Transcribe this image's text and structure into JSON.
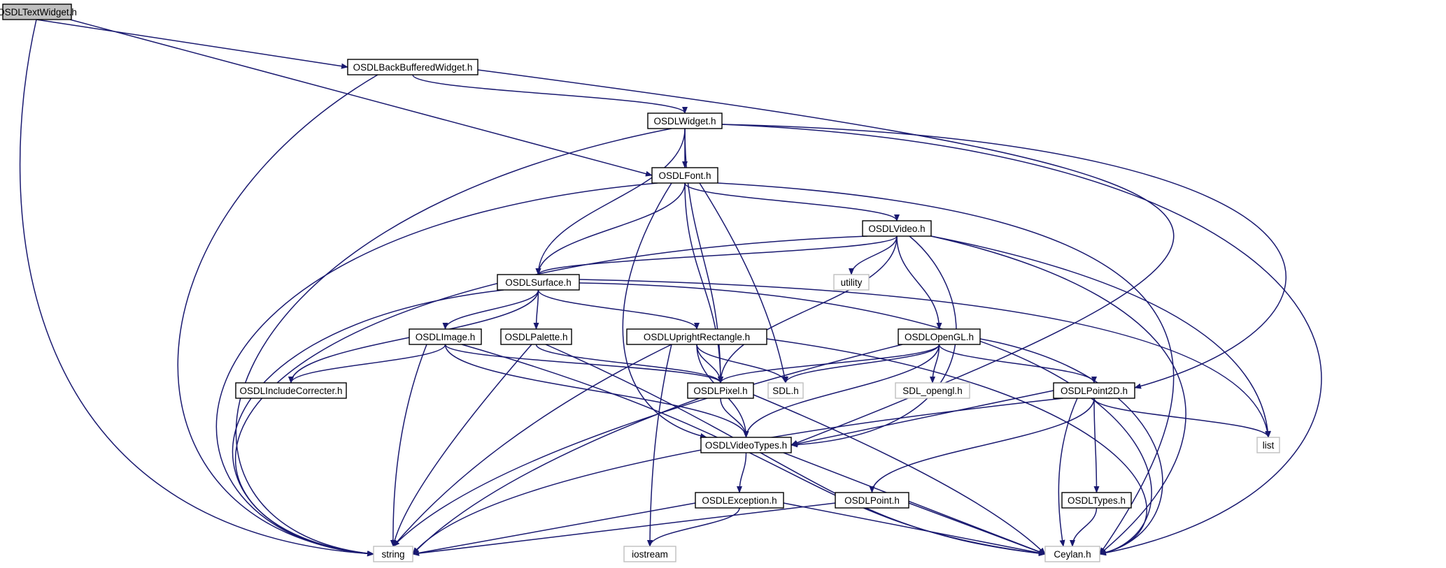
{
  "colors": {
    "edge": "#191970",
    "root_fill": "#bfbfbf",
    "node_border": "#000000",
    "external_border": "#bfbfbf",
    "background": "#ffffff"
  },
  "nodes": [
    {
      "id": "n0",
      "label": "OSDLTextWidget.h",
      "kind": "root"
    },
    {
      "id": "n1",
      "label": "OSDLBackBufferedWidget.h",
      "kind": "header"
    },
    {
      "id": "n2",
      "label": "OSDLWidget.h",
      "kind": "header"
    },
    {
      "id": "n3",
      "label": "OSDLFont.h",
      "kind": "header"
    },
    {
      "id": "n4",
      "label": "OSDLVideo.h",
      "kind": "header"
    },
    {
      "id": "n5",
      "label": "utility",
      "kind": "external"
    },
    {
      "id": "n6",
      "label": "OSDLSurface.h",
      "kind": "header"
    },
    {
      "id": "n7",
      "label": "OSDLImage.h",
      "kind": "header"
    },
    {
      "id": "n8",
      "label": "OSDLPalette.h",
      "kind": "header"
    },
    {
      "id": "n9",
      "label": "OSDLUprightRectangle.h",
      "kind": "header"
    },
    {
      "id": "n10",
      "label": "OSDLOpenGL.h",
      "kind": "header"
    },
    {
      "id": "n11",
      "label": "OSDLIncludeCorrecter.h",
      "kind": "header"
    },
    {
      "id": "n12",
      "label": "OSDLPixel.h",
      "kind": "header"
    },
    {
      "id": "n13",
      "label": "SDL.h",
      "kind": "external"
    },
    {
      "id": "n14",
      "label": "SDL_opengl.h",
      "kind": "external"
    },
    {
      "id": "n15",
      "label": "OSDLPoint2D.h",
      "kind": "header"
    },
    {
      "id": "n16",
      "label": "list",
      "kind": "external"
    },
    {
      "id": "n17",
      "label": "OSDLVideoTypes.h",
      "kind": "header"
    },
    {
      "id": "n18",
      "label": "OSDLException.h",
      "kind": "header"
    },
    {
      "id": "n19",
      "label": "OSDLPoint.h",
      "kind": "header"
    },
    {
      "id": "n20",
      "label": "OSDLTypes.h",
      "kind": "header"
    },
    {
      "id": "n21",
      "label": "string",
      "kind": "external"
    },
    {
      "id": "n22",
      "label": "iostream",
      "kind": "external"
    },
    {
      "id": "n23",
      "label": "Ceylan.h",
      "kind": "external"
    }
  ],
  "edges": [
    {
      "from": "n0",
      "to": "n1"
    },
    {
      "from": "n0",
      "to": "n3"
    },
    {
      "from": "n0",
      "to": "n21"
    },
    {
      "from": "n1",
      "to": "n2"
    },
    {
      "from": "n1",
      "to": "n21"
    },
    {
      "from": "n1",
      "to": "n17"
    },
    {
      "from": "n2",
      "to": "n3"
    },
    {
      "from": "n2",
      "to": "n6"
    },
    {
      "from": "n2",
      "to": "n21"
    },
    {
      "from": "n2",
      "to": "n12"
    },
    {
      "from": "n2",
      "to": "n15"
    },
    {
      "from": "n2",
      "to": "n23"
    },
    {
      "from": "n3",
      "to": "n4"
    },
    {
      "from": "n3",
      "to": "n6"
    },
    {
      "from": "n3",
      "to": "n21"
    },
    {
      "from": "n3",
      "to": "n17"
    },
    {
      "from": "n3",
      "to": "n12"
    },
    {
      "from": "n3",
      "to": "n13"
    },
    {
      "from": "n3",
      "to": "n23"
    },
    {
      "from": "n4",
      "to": "n5"
    },
    {
      "from": "n4",
      "to": "n6"
    },
    {
      "from": "n4",
      "to": "n21"
    },
    {
      "from": "n4",
      "to": "n12"
    },
    {
      "from": "n4",
      "to": "n10"
    },
    {
      "from": "n4",
      "to": "n17"
    },
    {
      "from": "n4",
      "to": "n16"
    },
    {
      "from": "n4",
      "to": "n23"
    },
    {
      "from": "n6",
      "to": "n7"
    },
    {
      "from": "n6",
      "to": "n8"
    },
    {
      "from": "n6",
      "to": "n9"
    },
    {
      "from": "n6",
      "to": "n11"
    },
    {
      "from": "n6",
      "to": "n21"
    },
    {
      "from": "n6",
      "to": "n16"
    },
    {
      "from": "n6",
      "to": "n23"
    },
    {
      "from": "n7",
      "to": "n11"
    },
    {
      "from": "n7",
      "to": "n12"
    },
    {
      "from": "n7",
      "to": "n17"
    },
    {
      "from": "n7",
      "to": "n21"
    },
    {
      "from": "n7",
      "to": "n23"
    },
    {
      "from": "n8",
      "to": "n12"
    },
    {
      "from": "n8",
      "to": "n21"
    },
    {
      "from": "n8",
      "to": "n23"
    },
    {
      "from": "n9",
      "to": "n12"
    },
    {
      "from": "n9",
      "to": "n13"
    },
    {
      "from": "n9",
      "to": "n17"
    },
    {
      "from": "n9",
      "to": "n21"
    },
    {
      "from": "n9",
      "to": "n22"
    },
    {
      "from": "n9",
      "to": "n23"
    },
    {
      "from": "n10",
      "to": "n12"
    },
    {
      "from": "n10",
      "to": "n13"
    },
    {
      "from": "n10",
      "to": "n14"
    },
    {
      "from": "n10",
      "to": "n15"
    },
    {
      "from": "n10",
      "to": "n17"
    },
    {
      "from": "n10",
      "to": "n21"
    },
    {
      "from": "n10",
      "to": "n23"
    },
    {
      "from": "n12",
      "to": "n17"
    },
    {
      "from": "n12",
      "to": "n21"
    },
    {
      "from": "n12",
      "to": "n23"
    },
    {
      "from": "n15",
      "to": "n17"
    },
    {
      "from": "n15",
      "to": "n19"
    },
    {
      "from": "n15",
      "to": "n20"
    },
    {
      "from": "n15",
      "to": "n16"
    },
    {
      "from": "n15",
      "to": "n21"
    },
    {
      "from": "n15",
      "to": "n23"
    },
    {
      "from": "n17",
      "to": "n18"
    },
    {
      "from": "n17",
      "to": "n23"
    },
    {
      "from": "n18",
      "to": "n21"
    },
    {
      "from": "n18",
      "to": "n22"
    },
    {
      "from": "n18",
      "to": "n23"
    },
    {
      "from": "n19",
      "to": "n21"
    },
    {
      "from": "n19",
      "to": "n23"
    },
    {
      "from": "n20",
      "to": "n23"
    }
  ]
}
